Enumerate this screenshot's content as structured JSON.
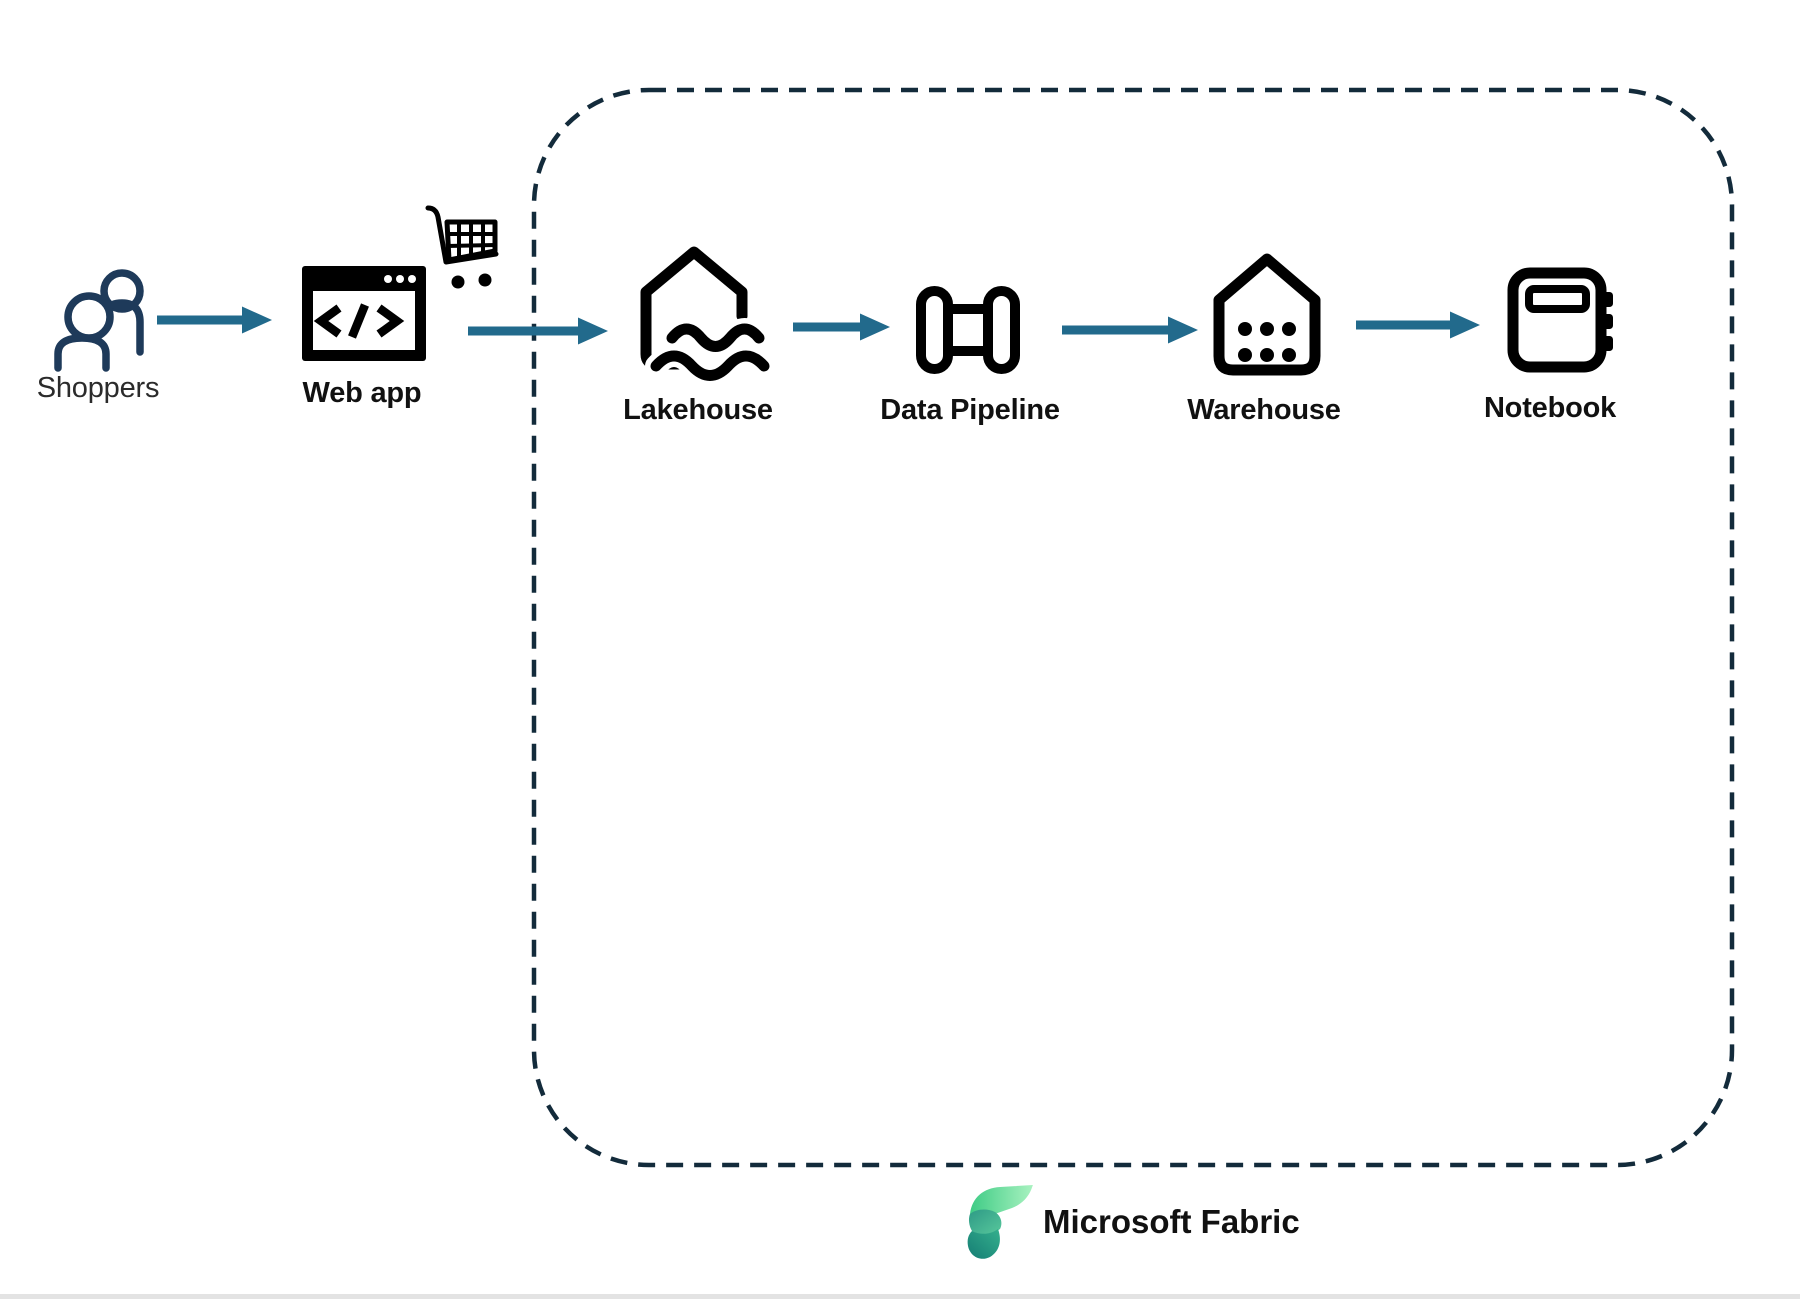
{
  "diagram": {
    "type": "flow",
    "nodes": [
      {
        "id": "shoppers",
        "label": "Shoppers",
        "icon": "people-icon"
      },
      {
        "id": "web-app",
        "label": "Web app",
        "icon": "browser-code-icon",
        "badge_icon": "shopping-cart-icon"
      },
      {
        "id": "lakehouse",
        "label": "Lakehouse",
        "icon": "lakehouse-icon",
        "container": "microsoft-fabric"
      },
      {
        "id": "data-pipeline",
        "label": "Data Pipeline",
        "icon": "pipeline-icon",
        "container": "microsoft-fabric"
      },
      {
        "id": "warehouse",
        "label": "Warehouse",
        "icon": "warehouse-icon",
        "container": "microsoft-fabric"
      },
      {
        "id": "notebook",
        "label": "Notebook",
        "icon": "notebook-icon",
        "container": "microsoft-fabric"
      }
    ],
    "edges": [
      {
        "from": "shoppers",
        "to": "web-app"
      },
      {
        "from": "web-app",
        "to": "lakehouse"
      },
      {
        "from": "lakehouse",
        "to": "data-pipeline"
      },
      {
        "from": "data-pipeline",
        "to": "warehouse"
      },
      {
        "from": "warehouse",
        "to": "notebook"
      }
    ],
    "container": {
      "id": "microsoft-fabric",
      "label": "Microsoft Fabric",
      "border_style": "dashed",
      "logo": "microsoft-fabric-logo"
    },
    "colors": {
      "arrow": "#226a8c",
      "people_icon": "#1e3a5a",
      "dashed_border": "#132b3b",
      "icon_black": "#000000",
      "fabric_green_light": "#a9f2c0",
      "fabric_green": "#3ecb85",
      "fabric_teal_dark": "#157d74"
    }
  }
}
